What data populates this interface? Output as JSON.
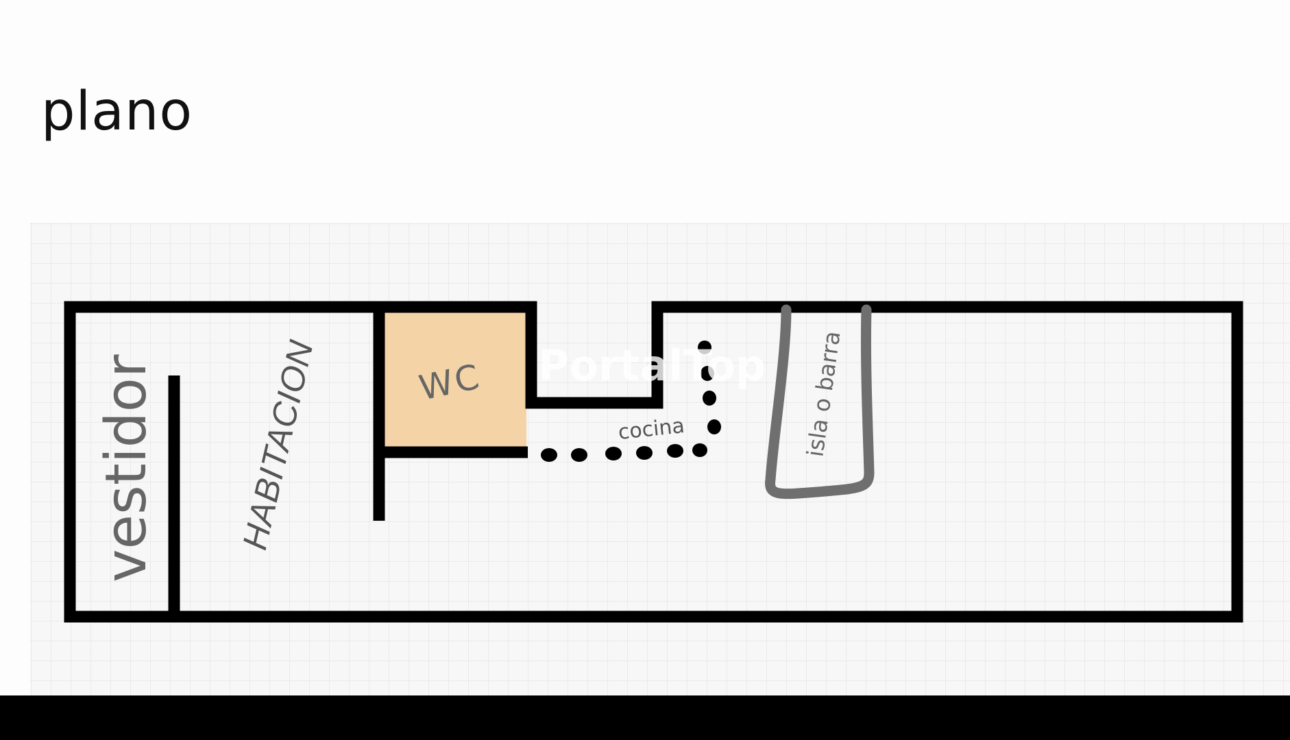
{
  "title": "plano",
  "watermark": "PortalTop",
  "rooms": {
    "vestidor": "vestidor",
    "habitacion": "HABITACION",
    "wc": "WC",
    "cocina": "cocina",
    "isla": "isla o barra"
  },
  "colors": {
    "wall": "#000000",
    "wc_fill": "#f4d4a6",
    "grid_line": "#e4e4e4",
    "grid_bg": "#f6f6f6",
    "island_stroke": "#6f6f6f",
    "label_gray": "#555555"
  }
}
